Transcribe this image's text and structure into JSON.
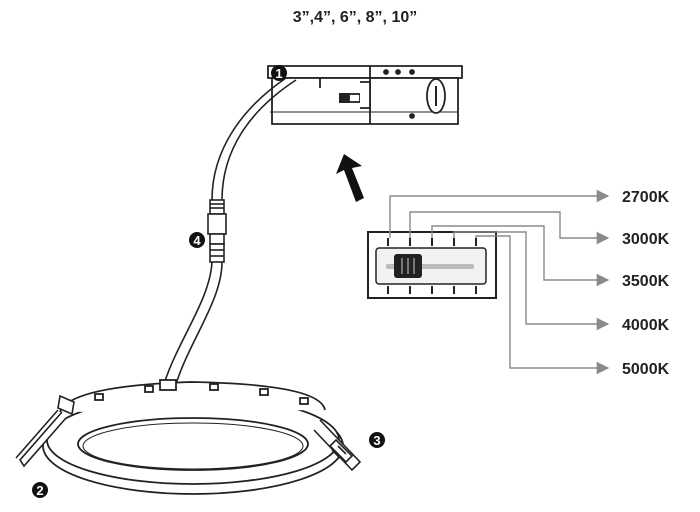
{
  "sizes_label": "3”,4”, 6”, 8”, 10”",
  "callouts": {
    "c1": "1",
    "c2": "2",
    "c3": "3",
    "c4": "4"
  },
  "cct_options": [
    {
      "label": "2700K"
    },
    {
      "label": "3000K"
    },
    {
      "label": "3500K"
    },
    {
      "label": "4000K"
    },
    {
      "label": "5000K"
    }
  ],
  "colors": {
    "line": "#222222",
    "leader": "#8a8a8a",
    "panel": "#f2f2f2"
  }
}
